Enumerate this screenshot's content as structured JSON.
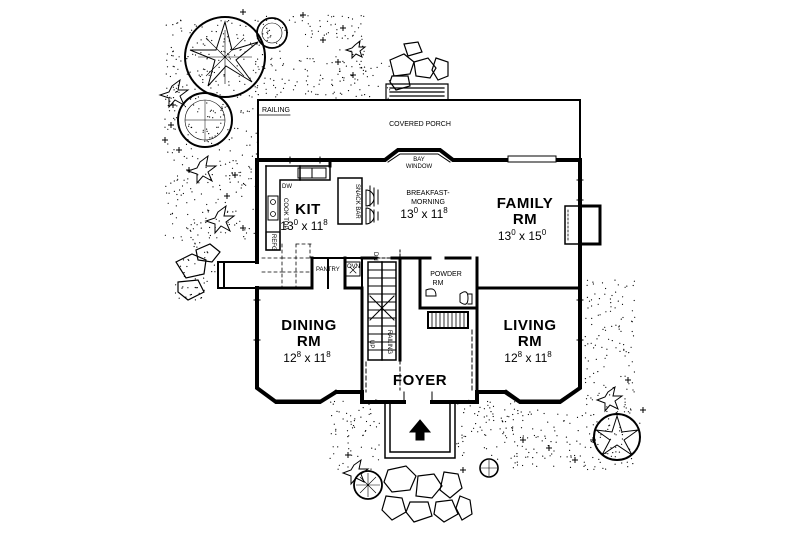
{
  "rooms": {
    "kitchen": {
      "name": "KIT",
      "dim_a": "13",
      "sup_a": "0",
      "sep": " x ",
      "dim_b": "11",
      "sup_b": "8"
    },
    "breakfast": {
      "name_line1": "BREAKFAST-",
      "name_line2": "MORNING",
      "dim_a": "13",
      "sup_a": "0",
      "sep": " x ",
      "dim_b": "11",
      "sup_b": "8"
    },
    "family": {
      "name_line1": "FAMILY",
      "name_line2": "RM",
      "dim_a": "13",
      "sup_a": "0",
      "sep": " x ",
      "dim_b": "15",
      "sup_b": "0"
    },
    "dining": {
      "name_line1": "DINING",
      "name_line2": "RM",
      "dim_a": "12",
      "sup_a": "8",
      "sep": " x ",
      "dim_b": "11",
      "sup_b": "8"
    },
    "living": {
      "name_line1": "LIVING",
      "name_line2": "RM",
      "dim_a": "12",
      "sup_a": "8",
      "sep": " x ",
      "dim_b": "11",
      "sup_b": "8"
    },
    "foyer": {
      "name": "FOYER"
    },
    "powder": {
      "name_line1": "POWDER",
      "name_line2": "RM"
    }
  },
  "labels": {
    "covered_porch": "COVERED PORCH",
    "railing_top": "RAILING",
    "railing_stair": "RAILING",
    "bay_window_line1": "BAY",
    "bay_window_line2": "WINDOW",
    "snack_bar": "SNACK BAR",
    "pantry": "PANTRY",
    "oven": "OVN",
    "refrigerator": "REFG",
    "cooktop": "COOK TOP",
    "dishwasher": "DW",
    "stair_down": "DN",
    "stair_up": "UP"
  }
}
